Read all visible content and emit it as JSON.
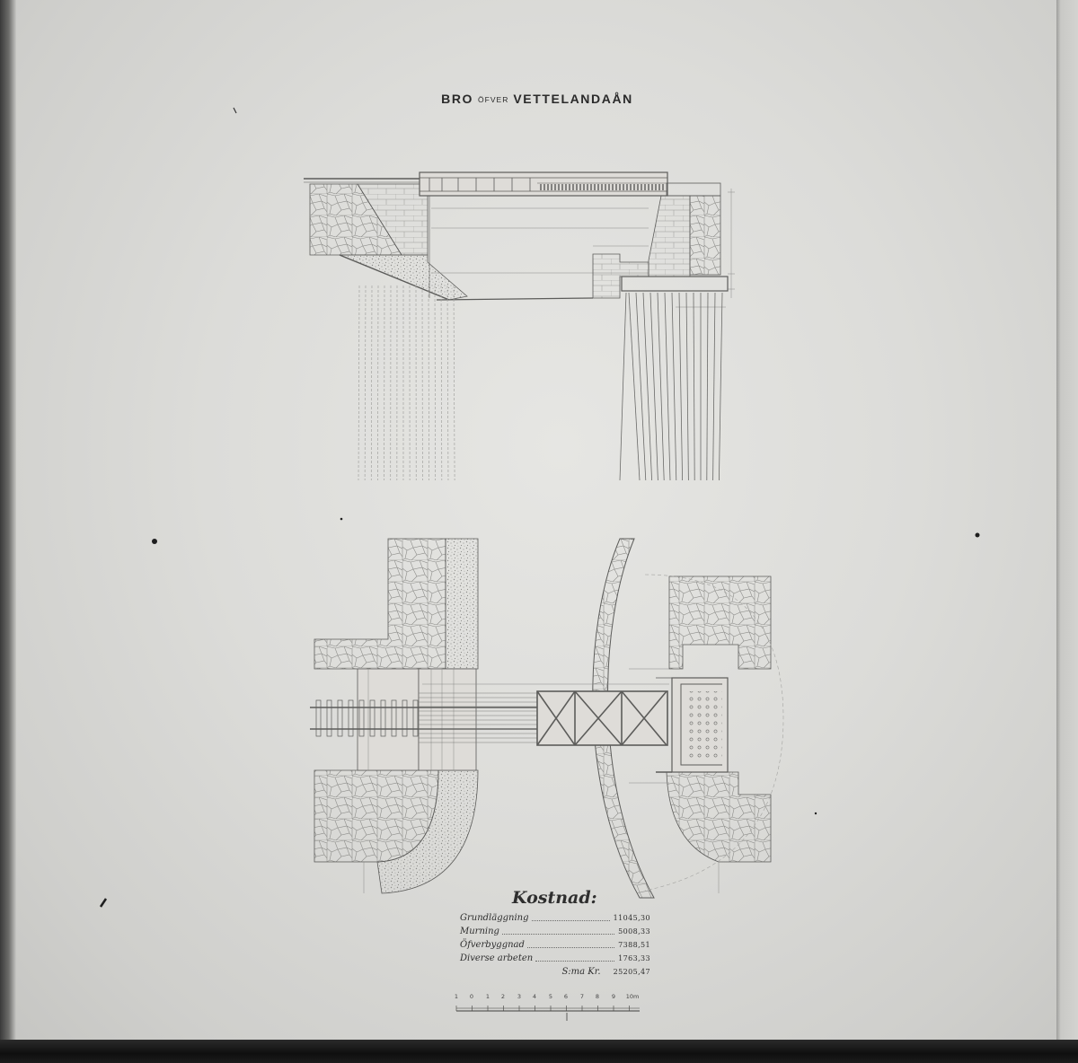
{
  "title": {
    "part1": "BRO",
    "part2": "ÖFVER",
    "part3": "VETTELANDAÅN"
  },
  "cost": {
    "heading": "Kostnad:",
    "items": [
      {
        "label": "Grundläggning",
        "amount": "11045,30"
      },
      {
        "label": "Murning",
        "amount": "5008,33"
      },
      {
        "label": "Öfverbyggnad",
        "amount": "7388,51"
      },
      {
        "label": "Diverse arbeten",
        "amount": "1763,33"
      }
    ],
    "total": {
      "label": "S:ma Kr.",
      "amount": "25205,47"
    }
  },
  "scale_bar": {
    "labels": [
      "1",
      "0",
      "1",
      "2",
      "3",
      "4",
      "5",
      "6",
      "7",
      "8",
      "9",
      "10m"
    ]
  },
  "colors": {
    "paper": "#dcdcd9",
    "ink": "#5c5c5a",
    "border": "#1a1a1a"
  }
}
